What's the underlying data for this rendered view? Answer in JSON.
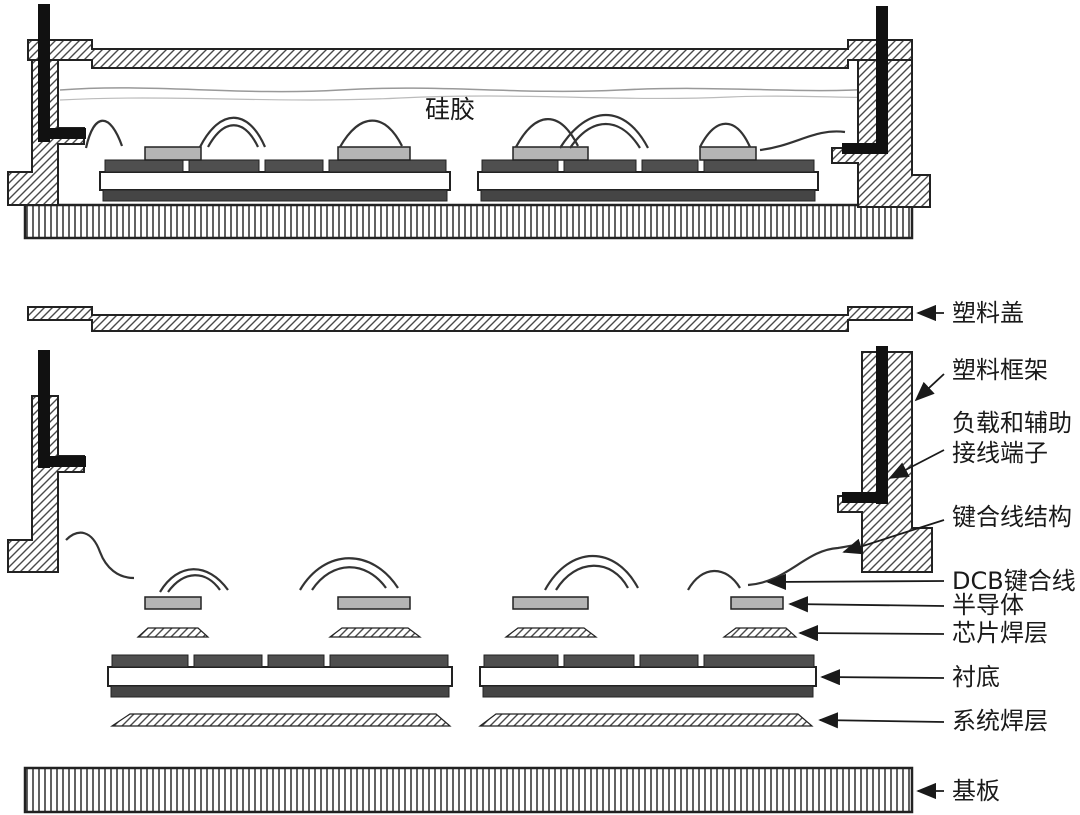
{
  "labels": {
    "silicone_gel": "硅胶",
    "plastic_cover": "塑料盖",
    "plastic_frame": "塑料框架",
    "load_aux_terminal_line1": "负载和辅助",
    "load_aux_terminal_line2": "接线端子",
    "bond_wire_structure": "键合线结构",
    "dcb_bond_wire": "DCB键合线",
    "semiconductor": "半导体",
    "chip_solder_layer": "芯片焊层",
    "substrate": "衬底",
    "system_solder_layer": "系统焊层",
    "baseplate": "基板"
  },
  "colors": {
    "line": "#222222",
    "hatch_line": "#4a4a4a",
    "chip_fill": "#b5b5b5",
    "copper_fill": "#4f4f4f",
    "terminal_fill": "#111111",
    "background": "#ffffff"
  }
}
